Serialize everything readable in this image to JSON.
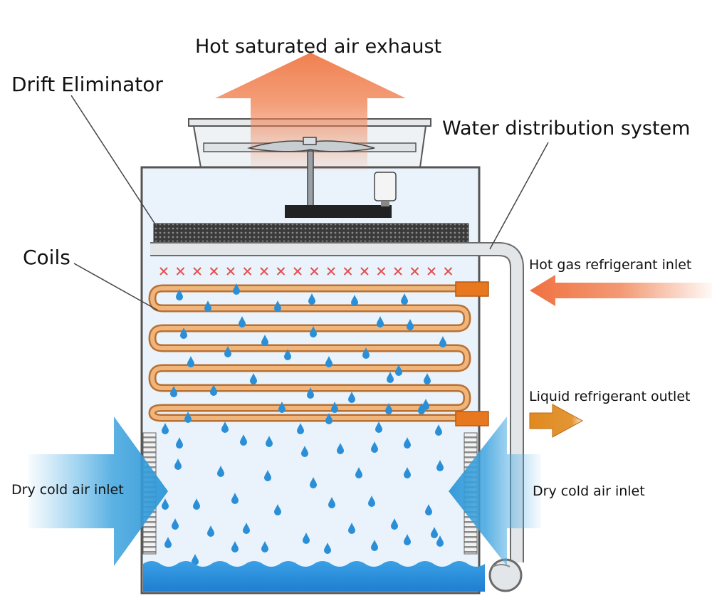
{
  "labels": {
    "exhaust": "Hot saturated air exhaust",
    "drift_eliminator": "Drift Eliminator",
    "water_distribution": "Water distribution system",
    "coils": "Coils",
    "hot_gas_inlet": "Hot gas refrigerant inlet",
    "liquid_outlet": "Liquid refrigerant outlet",
    "air_inlet_left": "Dry cold air inlet",
    "air_inlet_right": "Dry cold air inlet"
  },
  "colors": {
    "hot_arrow": "#f08050",
    "liquid_arrow": "#e08a1e",
    "cold_air": "#3fa4de",
    "coil": "#e5a868",
    "coil_outline": "#b97033",
    "water": "#2b8fd8",
    "casing_outline": "#555555",
    "casing_fill": "#eaf3fb",
    "spray": "#e05050",
    "connector": "#e87820"
  }
}
